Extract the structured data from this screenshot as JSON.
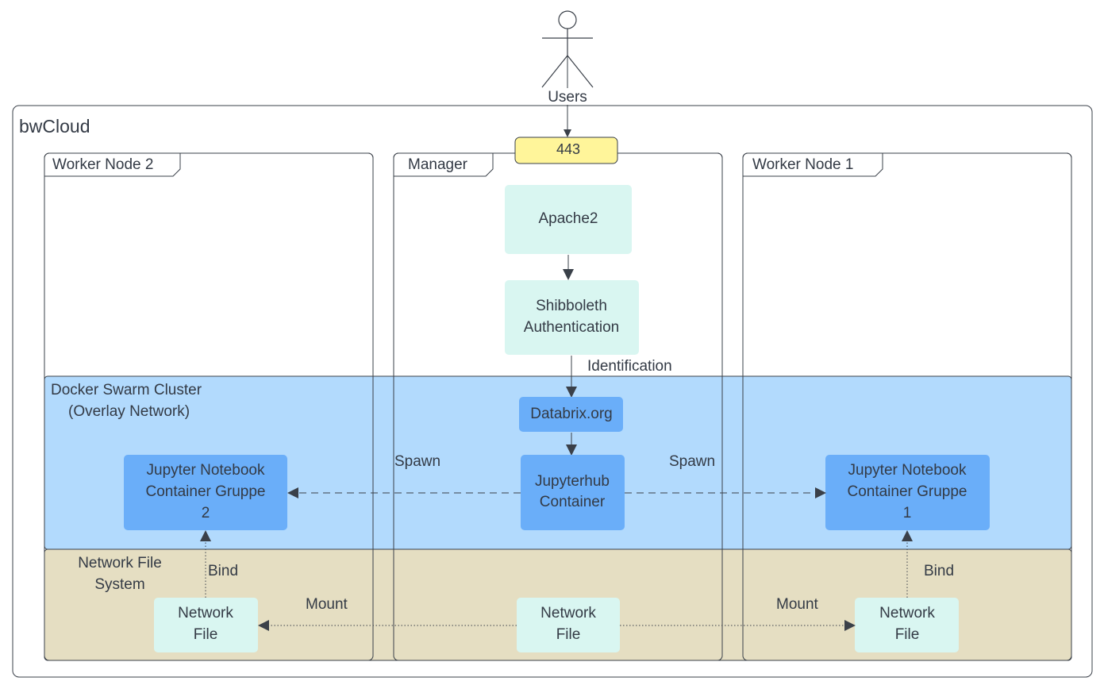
{
  "actor": {
    "label": "Users"
  },
  "cloud": {
    "title": "bwCloud"
  },
  "port": {
    "label": "443"
  },
  "nodes": {
    "worker2": {
      "title": "Worker Node 2"
    },
    "manager": {
      "title": "Manager"
    },
    "worker1": {
      "title": "Worker Node 1"
    }
  },
  "swarm": {
    "line1": "Docker Swarm Cluster",
    "line2": "(Overlay Network)"
  },
  "nfs": {
    "line1": "Network File",
    "line2": "System"
  },
  "boxes": {
    "apache": {
      "label": "Apache2"
    },
    "shibboleth": {
      "line1": "Shibboleth",
      "line2": "Authentication"
    },
    "databrix": {
      "label": "Databrix.org"
    },
    "jupyterhub": {
      "line1": "Jupyterhub",
      "line2": "Container"
    },
    "nb2": {
      "line1": "Jupyter Notebook",
      "line2": "Container Gruppe",
      "line3": "2"
    },
    "nb1": {
      "line1": "Jupyter Notebook",
      "line2": "Container Gruppe",
      "line3": "1"
    },
    "nf_left": {
      "line1": "Network",
      "line2": "File"
    },
    "nf_center": {
      "line1": "Network",
      "line2": "File"
    },
    "nf_right": {
      "line1": "Network",
      "line2": "File"
    }
  },
  "edge_labels": {
    "identification": "Identification",
    "spawn_left": "Spawn",
    "spawn_right": "Spawn",
    "bind_left": "Bind",
    "bind_right": "Bind",
    "mount_left": "Mount",
    "mount_right": "Mount"
  },
  "colors": {
    "frame_stroke": "#3a4049",
    "port_fill": "#fff59a",
    "port_stroke": "#3a4049",
    "swarm_fill": "#acd7fd",
    "nfs_fill": "#e3dbbd",
    "light_box": "#d9f6f1",
    "blue_box": "#6aaef9",
    "text": "#333a45"
  }
}
